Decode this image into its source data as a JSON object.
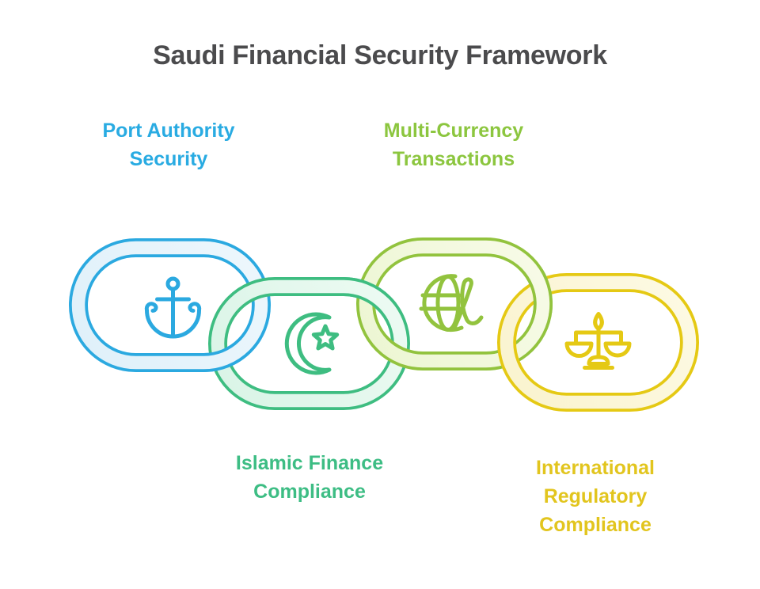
{
  "title": "Saudi Financial Security Framework",
  "title_color": "#4B4B4D",
  "background": "#FFFFFF",
  "nodes": [
    {
      "id": "port-authority-security",
      "lines": [
        "Port Authority",
        "Security"
      ],
      "label_color": "#29ABE2",
      "link_color": "#2BA9E0",
      "fill_dark": "#DFF0FA",
      "fill_light": "#EDF7FC",
      "icon": "anchor-icon"
    },
    {
      "id": "islamic-finance-compliance",
      "lines": [
        "Islamic Finance",
        "Compliance"
      ],
      "label_color": "#3DBD84",
      "link_color": "#3EBD81",
      "fill_dark": "#D9F4E6",
      "fill_light": "#EDFBF3",
      "icon": "crescent-star-icon"
    },
    {
      "id": "multi-currency-transactions",
      "lines": [
        "Multi-Currency",
        "Transactions"
      ],
      "label_color": "#8CC63F",
      "link_color": "#92C33E",
      "fill_dark": "#ECF6D2",
      "fill_light": "#F8FBE8",
      "icon": "globe-currency-icon"
    },
    {
      "id": "international-regulatory-compliance",
      "lines": [
        "International",
        "Regulatory",
        "Compliance"
      ],
      "label_color": "#E2C51E",
      "link_color": "#E5C914",
      "fill_dark": "#FAF3CE",
      "fill_light": "#FDFAE4",
      "icon": "scales-of-justice-icon"
    }
  ]
}
